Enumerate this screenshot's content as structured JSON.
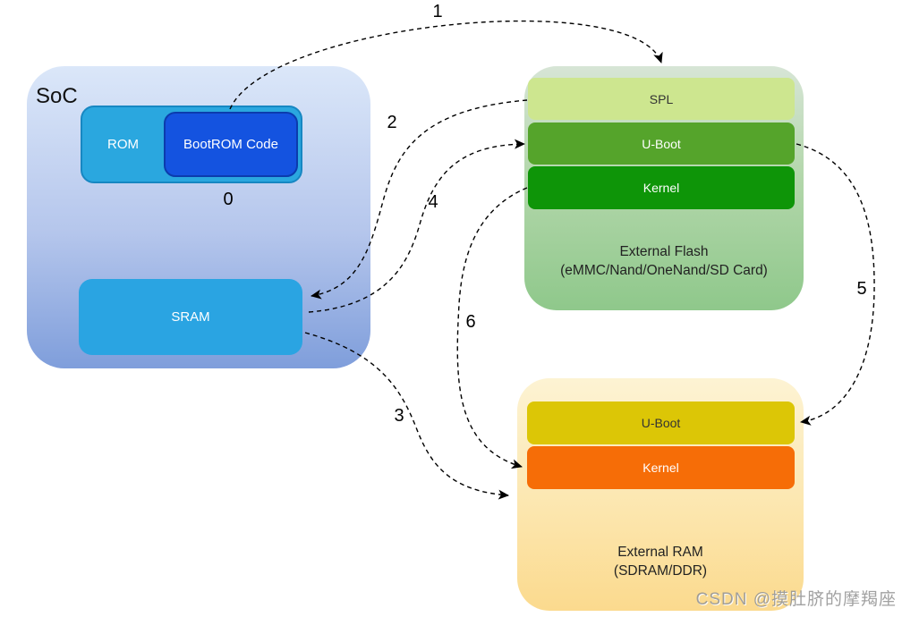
{
  "soc": {
    "title": "SoC",
    "rom": {
      "label": "ROM"
    },
    "bootrom": {
      "label": "BootROM Code"
    },
    "sram": {
      "label": "SRAM"
    }
  },
  "flash": {
    "spl_label": "SPL",
    "uboot_label": "U-Boot",
    "kernel_label": "Kernel",
    "name_line1": "External Flash",
    "name_line2": "(eMMC/Nand/OneNand/SD Card)"
  },
  "ram": {
    "uboot_label": "U-Boot",
    "kernel_label": "Kernel",
    "name_line1": "External RAM",
    "name_line2": "(SDRAM/DDR)"
  },
  "steps": {
    "s0": "0",
    "s1": "1",
    "s2": "2",
    "s3": "3",
    "s4": "4",
    "s5": "5",
    "s6": "6"
  },
  "watermark": "CSDN @摸肚脐的摩羯座",
  "colors": {
    "soc_gradient_top": "#dbe7f9",
    "soc_gradient_bottom": "#7f9edb",
    "rom_fill": "#2aa7df",
    "rom_border": "#1787c2",
    "bootrom_fill": "#1453e0",
    "bootrom_border": "#0b3cad",
    "sram_fill": "#2aa4e2",
    "flash_gradient_top": "#d7e5d6",
    "flash_gradient_bottom": "#8fc88b",
    "spl_fill": "#cde68f",
    "flash_uboot_fill": "#55a42b",
    "flash_kernel_fill": "#0e9508",
    "ram_gradient_top": "#fdf3d3",
    "ram_gradient_bottom": "#fbda8e",
    "ram_uboot_fill": "#dcc606",
    "ram_kernel_fill": "#f66d07",
    "arrow_color": "#000000"
  }
}
